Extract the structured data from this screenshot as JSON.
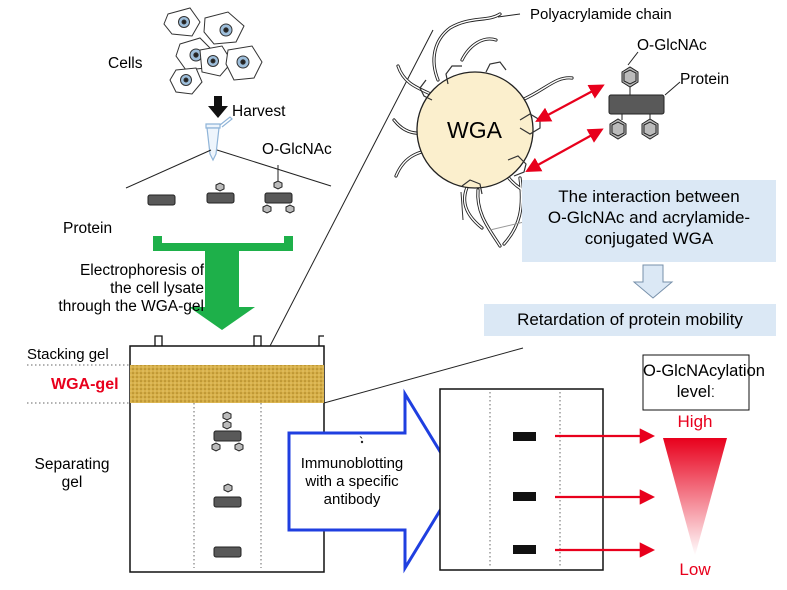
{
  "labels": {
    "cells": "Cells",
    "harvest": "Harvest",
    "oglcnac_top": "O-GlcNAc",
    "protein_left": "Protein",
    "electrophoresis_1": "Electrophoresis of",
    "electrophoresis_2": "the cell lysate",
    "electrophoresis_3": "through the WGA-gel",
    "stacking_gel": "Stacking gel",
    "wga_gel": "WGA-gel",
    "separating_gel_1": "Separating",
    "separating_gel_2": "gel",
    "polyacrylamide_chain": "Polyacrylamide chain",
    "oglcnac_right": "O-GlcNAc",
    "protein_right": "Protein",
    "wga": "WGA",
    "interaction_1": "The interaction between",
    "interaction_2": "O-GlcNAc and acrylamide-",
    "interaction_3": "conjugated WGA",
    "retardation": "Retardation of protein mobility",
    "level_1": "O-GlcNAcylation",
    "level_2": "levelː",
    "high": "High",
    "low": "Low",
    "immuno_tick": "`",
    "immuno_1": "Immunoblotting",
    "immuno_2": "with a specific",
    "immuno_3": "antibody"
  },
  "colors": {
    "green_arrow": "#1eb04a",
    "red": "#e8001c",
    "blue_arrow": "#1f3fe0",
    "gel_gold": "#c9a23a",
    "wga_fill": "#fbefcd",
    "info_box": "#dbe8f5",
    "protein_dark": "#595959"
  },
  "icons": [
    "cell-icon",
    "tube-icon",
    "harvest-arrow-icon",
    "protein-band-icon",
    "glcnac-hexagon-icon"
  ]
}
